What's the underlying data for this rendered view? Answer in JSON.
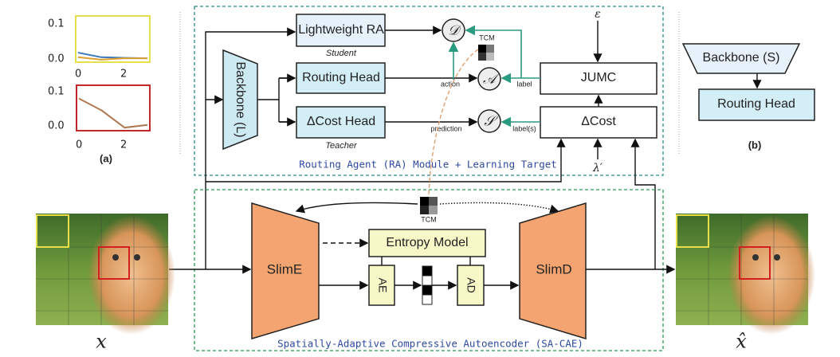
{
  "panel_a": {
    "label": "(a)",
    "plots": [
      {
        "frame_color": "#e8e04a",
        "y_ticks": [
          "0.1",
          "0.0"
        ],
        "x_ticks": [
          "0",
          "2"
        ],
        "series": [
          {
            "color": "#3a78b8",
            "values": [
              0.018,
              0.005,
              0.003,
              0.002
            ]
          },
          {
            "color": "#e0a030",
            "values": [
              0.005,
              -0.002,
              0.002,
              0.002
            ]
          }
        ]
      },
      {
        "frame_color": "#c0282a",
        "y_ticks": [
          "0.1",
          "0.0"
        ],
        "x_ticks": [
          "0",
          "2"
        ],
        "series": [
          {
            "color": "#b07850",
            "values": [
              0.08,
              0.045,
              -0.005,
              0.003
            ]
          }
        ]
      }
    ]
  },
  "ra_module": {
    "caption": "Routing Agent (RA) Module + Learning Target",
    "backbone": "Backbone (L)",
    "lightweight_ra": "Lightweight RA",
    "student": "Student",
    "routing_head": "Routing Head",
    "cost_head": "ΔCost Head",
    "teacher": "Teacher",
    "jumc": "JUMC",
    "delta_cost": "ΔCost",
    "tcm": "TCM",
    "action": "action",
    "prediction": "prediction",
    "label": "label",
    "labels": "label(s)",
    "loss_d": "𝒟",
    "loss_a": "𝒜",
    "loss_s": "𝒮",
    "epsilon": "ε",
    "lambda": "λ′"
  },
  "sa_cae": {
    "caption": "Spatially-Adaptive Compressive Autoencoder (SA-CAE)",
    "slim_e": "SlimE",
    "slim_d": "SlimD",
    "entropy_model": "Entropy Model",
    "ae": "AE",
    "ad": "AD",
    "tcm": "TCM"
  },
  "input_label": "𝑥",
  "output_label": "𝑥̂",
  "panel_b": {
    "label": "(b)",
    "backbone": "Backbone (S)",
    "routing_head": "Routing Head"
  },
  "colors": {
    "teal": "#2a9a80",
    "box_blue": "#d3eef6",
    "box_light": "#e6f1fb",
    "orange": "#f4a470",
    "yellow_box": "#f6f8c8"
  }
}
